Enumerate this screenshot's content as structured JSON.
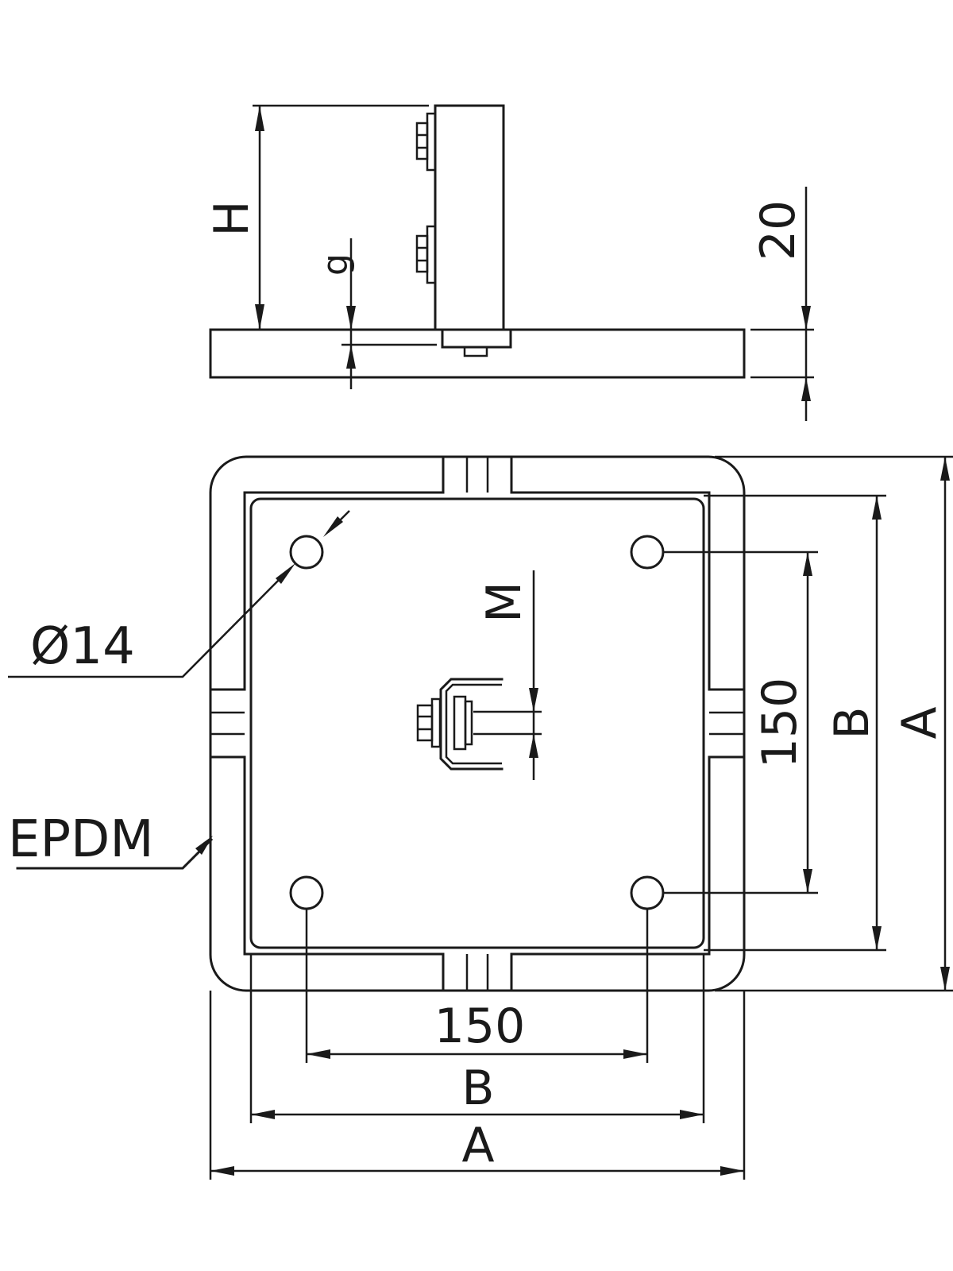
{
  "side_view": {
    "height_label": "H",
    "gap_label": "g",
    "plate_thickness_label": "20"
  },
  "top_view": {
    "hole_diameter_label": "Ø14",
    "epdm_label": "EPDM",
    "m_label": "M",
    "hole_spacing_vertical_label": "150",
    "b_vertical_label": "B",
    "a_vertical_label": "A",
    "hole_spacing_horizontal_label": "150",
    "b_horizontal_label": "B",
    "a_horizontal_label": "A"
  },
  "colors": {
    "line": "#1a1a1a",
    "background": "#ffffff"
  }
}
